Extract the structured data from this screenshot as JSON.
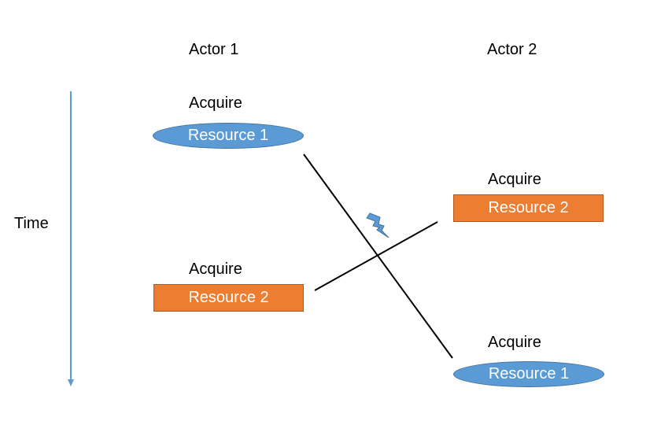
{
  "actors": [
    {
      "name": "Actor 1"
    },
    {
      "name": "Actor 2"
    }
  ],
  "time_label": "Time",
  "events": [
    {
      "actor": "Actor 1",
      "action": "Acquire",
      "resource": "Resource 1",
      "shape": "ellipse"
    },
    {
      "actor": "Actor 2",
      "action": "Acquire",
      "resource": "Resource 2",
      "shape": "rectangle"
    },
    {
      "actor": "Actor 1",
      "action": "Acquire",
      "resource": "Resource 2",
      "shape": "rectangle"
    },
    {
      "actor": "Actor 2",
      "action": "Acquire",
      "resource": "Resource 1",
      "shape": "ellipse"
    }
  ],
  "colors": {
    "resource_1_fill": "#5b9bd5",
    "resource_2_fill": "#ed7d31",
    "time_arrow": "#5b9bd5",
    "conflict_lines": "#000000",
    "lightning": "#5b9bd5"
  },
  "icons": {
    "conflict": "lightning-bolt-icon"
  }
}
